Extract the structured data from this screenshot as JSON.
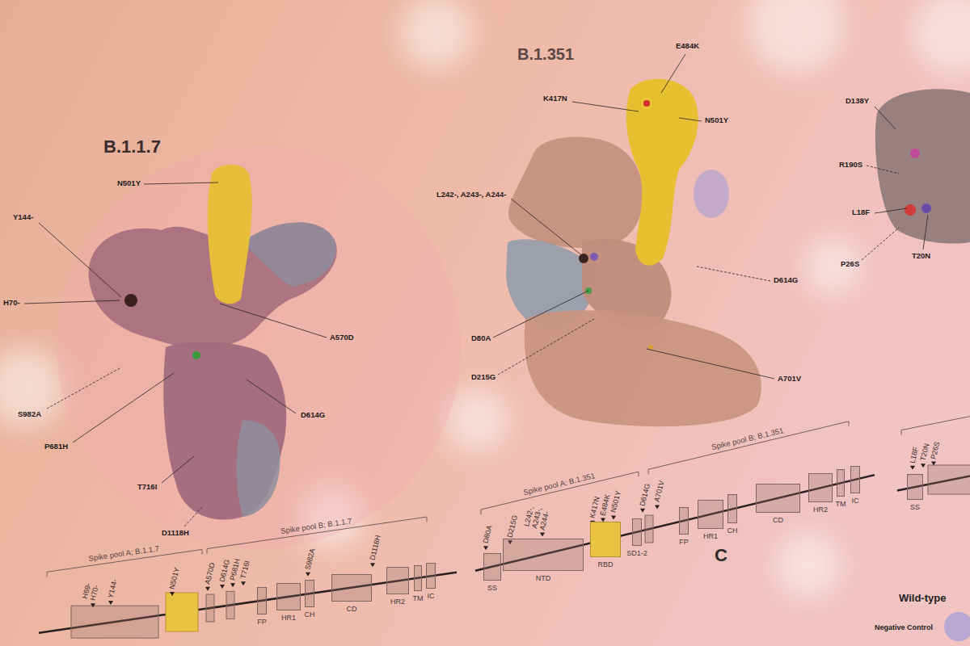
{
  "diagram": {
    "nodes": [
      {
        "text": [
          "SS"
        ]
      },
      {
        "text": [
          "NTD"
        ]
      },
      {
        "text": [
          "RBD"
        ]
      },
      {
        "text": [
          "SD1-2"
        ]
      },
      {
        "text": [
          "FP"
        ]
      },
      {
        "text": [
          "HR1"
        ]
      },
      {
        "text": [
          "CH"
        ]
      },
      {
        "text": [
          "CD"
        ]
      },
      {
        "text": [
          "HR2"
        ]
      },
      {
        "text": [
          "TM"
        ]
      },
      {
        "text": [
          "IC"
        ]
      },
      {
        "text": [
          "SS"
        ]
      },
      {
        "text": [
          "FP"
        ]
      },
      {
        "text": [
          "HR1"
        ]
      },
      {
        "text": [
          "CH"
        ]
      },
      {
        "text": [
          "CD"
        ]
      },
      {
        "text": [
          "HR2"
        ]
      },
      {
        "text": [
          "TM"
        ]
      },
      {
        "text": [
          "IC"
        ]
      }
    ],
    "labels": [
      "B.1.1.7",
      "N501Y",
      "Y144-",
      "H70-",
      "S982A",
      "P681H",
      "T716I",
      "D1118H",
      "A570D",
      "D614G",
      "B.1.351",
      "E484K",
      "K417N",
      "N501Y",
      "L242-, A243-, A244-",
      "D614G",
      "D80A",
      "D215G",
      "A701V",
      "D138Y",
      "R190S",
      "L18F",
      "P26S",
      "T20N",
      "Spike pool A; B.1.351",
      "Spike pool B; B.1.351",
      "D80A",
      "D215G",
      "L242-, A243-, A244-",
      "K417N",
      "E484K",
      "N501Y",
      "D614G",
      "A701V",
      "C",
      "L18F",
      "T20N",
      "P26S",
      "Spike pool A; B.1.1.7",
      "Spike pool B; B.1.1.7",
      "H69- H70-",
      "Y144-",
      "N501Y",
      "A570D",
      "D614G",
      "P681H",
      "T716I",
      "S982A",
      "D1118H",
      "Wild-type",
      "Negative Control"
    ]
  }
}
